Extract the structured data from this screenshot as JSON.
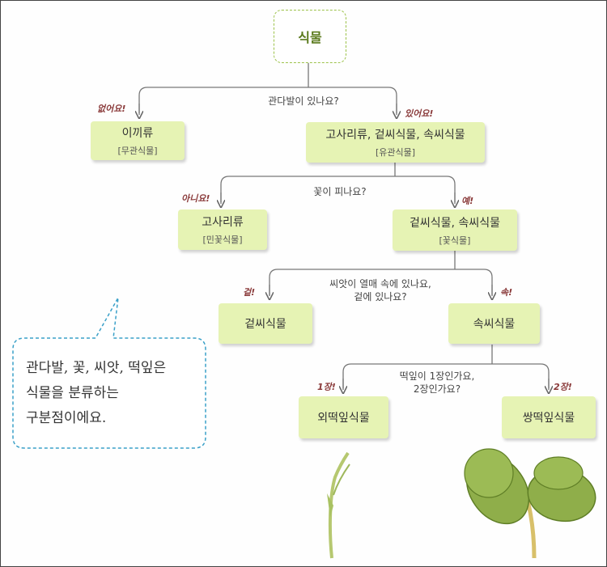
{
  "root": "식물",
  "questions": {
    "q1": "관다발이 있나요?",
    "q2": "꽃이 피나요?",
    "q3_line1": "씨앗이 열매 속에 있나요,",
    "q3_line2": "겉에 있나요?",
    "q4_line1": "떡잎이 1장인가요,",
    "q4_line2": "2장인가요?"
  },
  "answers": {
    "no1": "없어요!",
    "yes1": "있어요!",
    "no2": "아니요!",
    "yes2": "예!",
    "outside": "겉!",
    "inside": "속!",
    "one": "1장!",
    "two": "2장!"
  },
  "nodes": {
    "moss": {
      "label": "이끼류",
      "sub": "[무관식물]"
    },
    "vascular": {
      "label": "고사리류, 겉씨식물, 속씨식물",
      "sub": "[유관식물]"
    },
    "fern": {
      "label": "고사리류",
      "sub": "[민꽃식물]"
    },
    "seed": {
      "label": "겉씨식물, 속씨식물",
      "sub": "[꽃식물]"
    },
    "gymnosperm": {
      "label": "겉씨식물"
    },
    "angiosperm": {
      "label": "속씨식물"
    },
    "monocot": {
      "label": "외떡잎식물"
    },
    "dicot": {
      "label": "쌍떡잎식물"
    }
  },
  "bubble": {
    "line1": "관다발, 꽃, 씨앗, 떡잎은",
    "line2": "식물을 분류하는",
    "line3": "구분점이에요."
  },
  "colors": {
    "node_fill": "#e6f3b4",
    "root_border": "#9cc24a",
    "bubble_border": "#3aa0c8",
    "answer_text": "#8a3a3a",
    "leaf_green": "#8fae4a"
  }
}
